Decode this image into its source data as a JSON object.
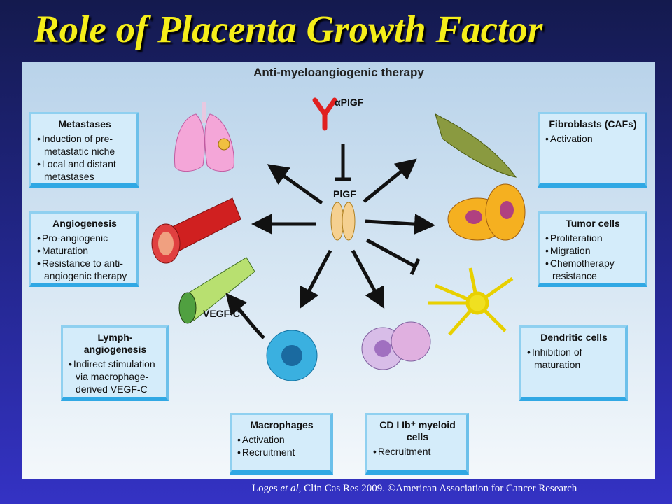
{
  "title": "Role of Placenta Growth Factor",
  "figure": {
    "title": "Anti-myeloangiogenic therapy",
    "center_label": "PlGF",
    "antibody_label": "αPlGF",
    "vegfc_label": "VEGF-C",
    "boxes": {
      "metastases": {
        "title": "Metastases",
        "items": [
          "Induction of pre-metastatic niche",
          "Local and distant metastases"
        ]
      },
      "angiogenesis": {
        "title": "Angiogenesis",
        "items": [
          "Pro-angiogenic",
          "Maturation",
          "Resistance to anti-angiogenic therapy"
        ]
      },
      "lymph": {
        "title": "Lymph-angiogenesis",
        "items": [
          "Indirect stimulation via macrophage-derived VEGF-C"
        ]
      },
      "macrophages": {
        "title": "Macrophages",
        "items": [
          "Activation",
          "Recruitment"
        ]
      },
      "myeloid": {
        "title": "CD I Ib⁺ myeloid cells",
        "items": [
          "Recruitment"
        ]
      },
      "fibroblasts": {
        "title": "Fibroblasts (CAFs)",
        "items": [
          "Activation"
        ]
      },
      "tumor": {
        "title": "Tumor cells",
        "items": [
          "Proliferation",
          "Migration",
          "Chemotherapy resistance"
        ]
      },
      "dendritic": {
        "title": "Dendritic cells",
        "items": [
          "Inhibition of maturation"
        ]
      }
    }
  },
  "credit": {
    "prefix": "Loges ",
    "italic": "et al",
    "suffix": ", Clin Cas Res 2009. ©American Association for Cancer Research"
  },
  "colors": {
    "title": "#f5ee1a",
    "box_border": "#30a8e4",
    "antibody": "#e02020"
  }
}
